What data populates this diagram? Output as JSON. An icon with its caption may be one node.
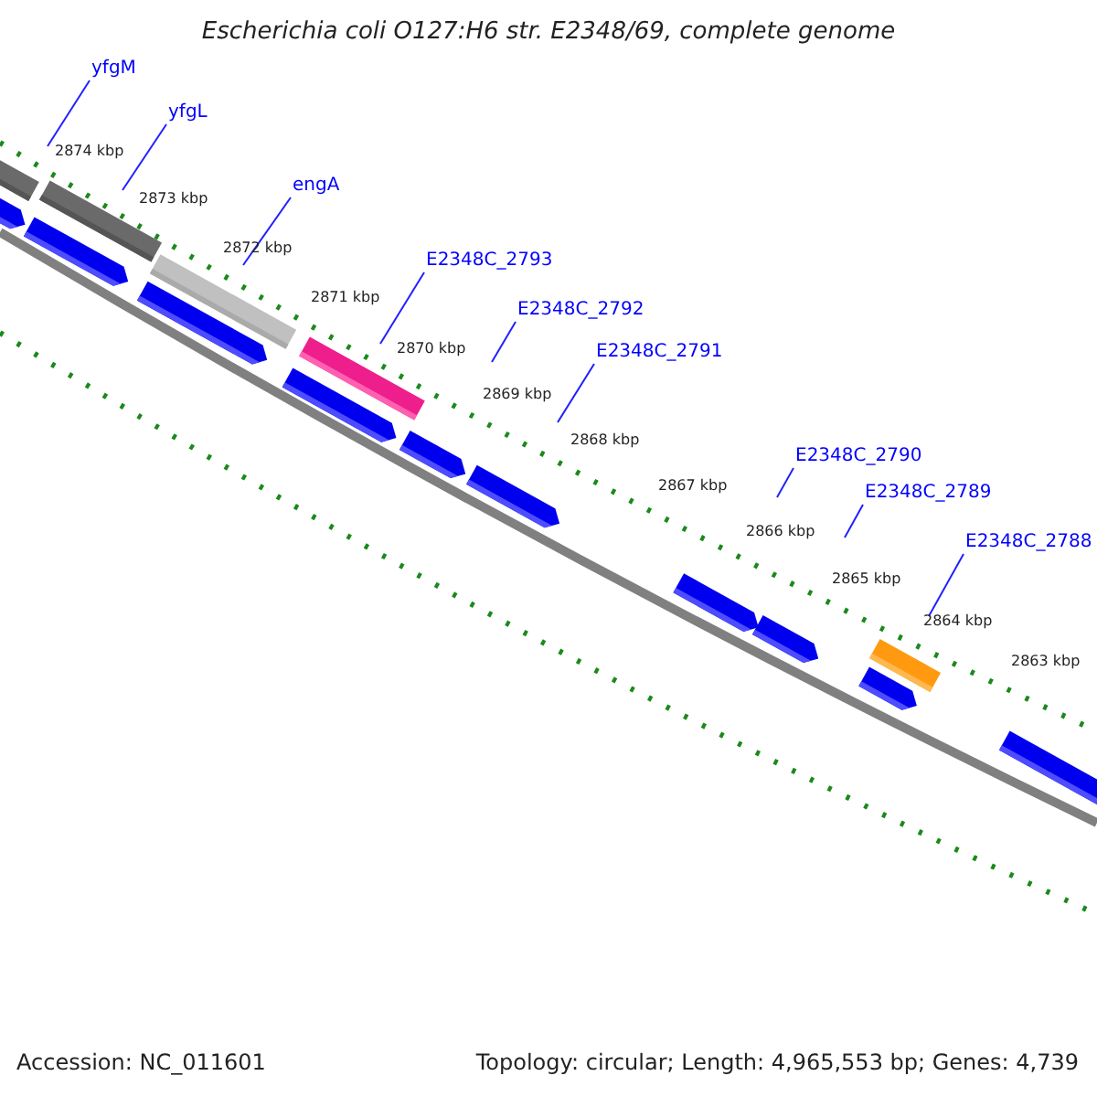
{
  "diagram": {
    "title": "Escherichia coli O127:H6 str. E2348/69, complete genome",
    "nodes": [
      {
        "text": [
          "yfgM"
        ]
      },
      {
        "text": [
          "yfgL"
        ]
      },
      {
        "text": [
          "engA"
        ]
      },
      {
        "text": [
          "E2348C_2793"
        ]
      },
      {
        "text": [
          "E2348C_2792"
        ]
      },
      {
        "text": [
          "E2348C_2791"
        ]
      },
      {
        "text": [
          "E2348C_2790"
        ]
      },
      {
        "text": [
          "E2348C_2789"
        ]
      },
      {
        "text": [
          "E2348C_2788"
        ]
      },
      {
        "text": [],
        "shape": "bar"
      },
      {
        "text": [],
        "shape": "bar"
      },
      {
        "text": [],
        "shape": "bar"
      },
      {
        "text": [],
        "shape": "bar"
      },
      {
        "text": [],
        "shape": "bar"
      }
    ],
    "edges": [
      {
        "from": 0,
        "to": 9,
        "arrow": "none"
      },
      {
        "from": 1,
        "to": 10,
        "arrow": "none"
      },
      {
        "from": 2,
        "to": 11,
        "arrow": "none"
      },
      {
        "from": 3,
        "to": 12,
        "arrow": "none"
      },
      {
        "from": 4,
        "to": null,
        "arrow": "none"
      },
      {
        "from": 5,
        "to": null,
        "arrow": "none"
      },
      {
        "from": 6,
        "to": null,
        "arrow": "none"
      },
      {
        "from": 7,
        "to": null,
        "arrow": "none"
      },
      {
        "from": 8,
        "to": 13,
        "arrow": "none"
      }
    ],
    "labels": [
      "2874 kbp",
      "2873 kbp",
      "2872 kbp",
      "2871 kbp",
      "2870 kbp",
      "2869 kbp",
      "2868 kbp",
      "2867 kbp",
      "2866 kbp",
      "2865 kbp",
      "2864 kbp",
      "2863 kbp",
      "Accession: NC_011601",
      "Topology: circular; Length: 4,965,553 bp; Genes: 4,739"
    ]
  }
}
